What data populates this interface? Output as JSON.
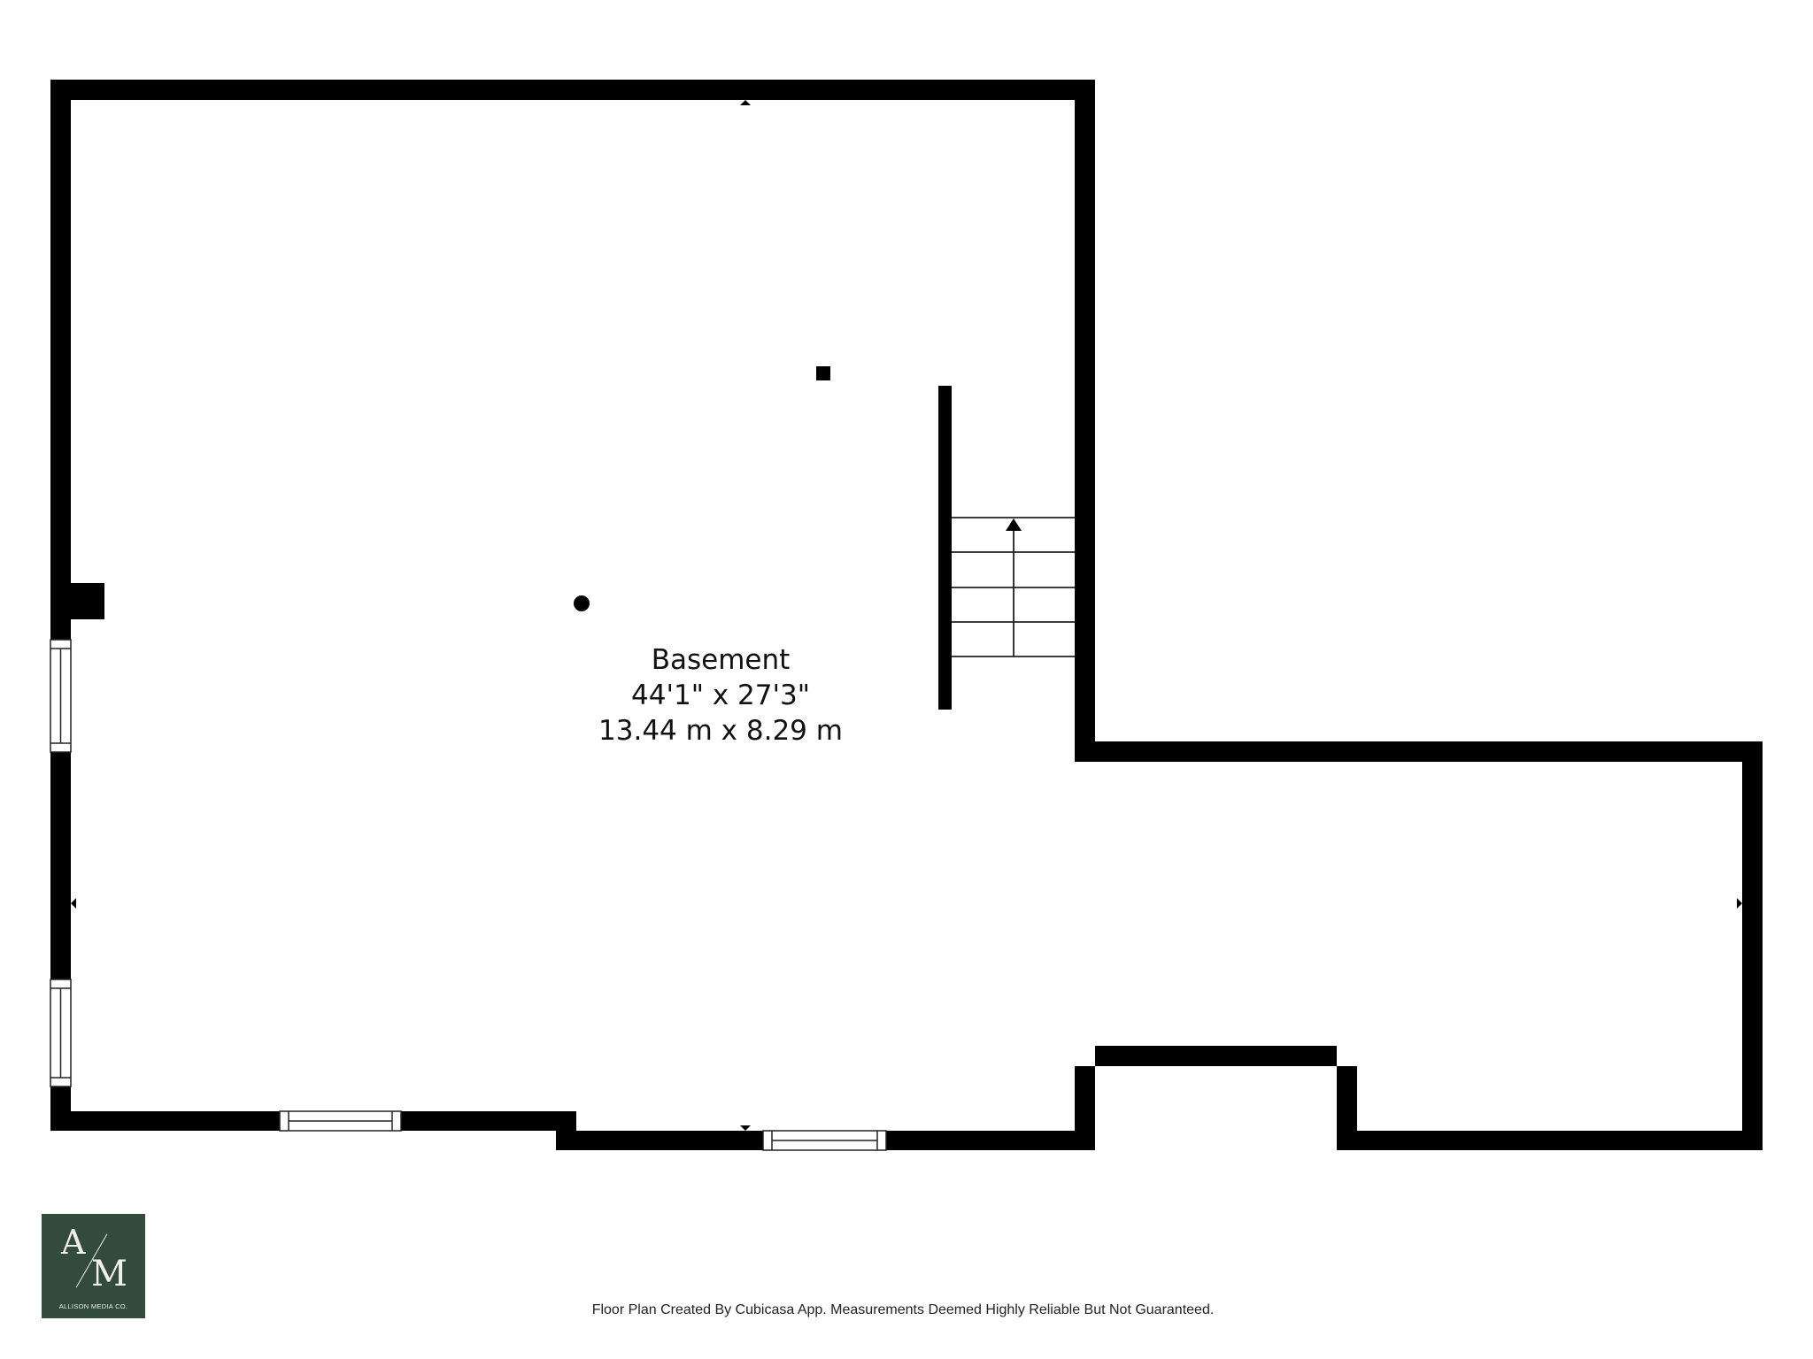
{
  "room": {
    "name": "Basement",
    "dimensions_imperial": "44'1\" x 27'3\"",
    "dimensions_metric": "13.44 m x 8.29 m"
  },
  "logo": {
    "monogram_first": "A",
    "monogram_second": "M",
    "company": "ALLISON MEDIA CO.",
    "background_color": "#324b3a"
  },
  "footer": {
    "disclaimer": "Floor Plan Created By Cubicasa App. Measurements Deemed Highly Reliable But Not Guaranteed."
  },
  "colors": {
    "wall": "#000000",
    "background": "#ffffff"
  }
}
